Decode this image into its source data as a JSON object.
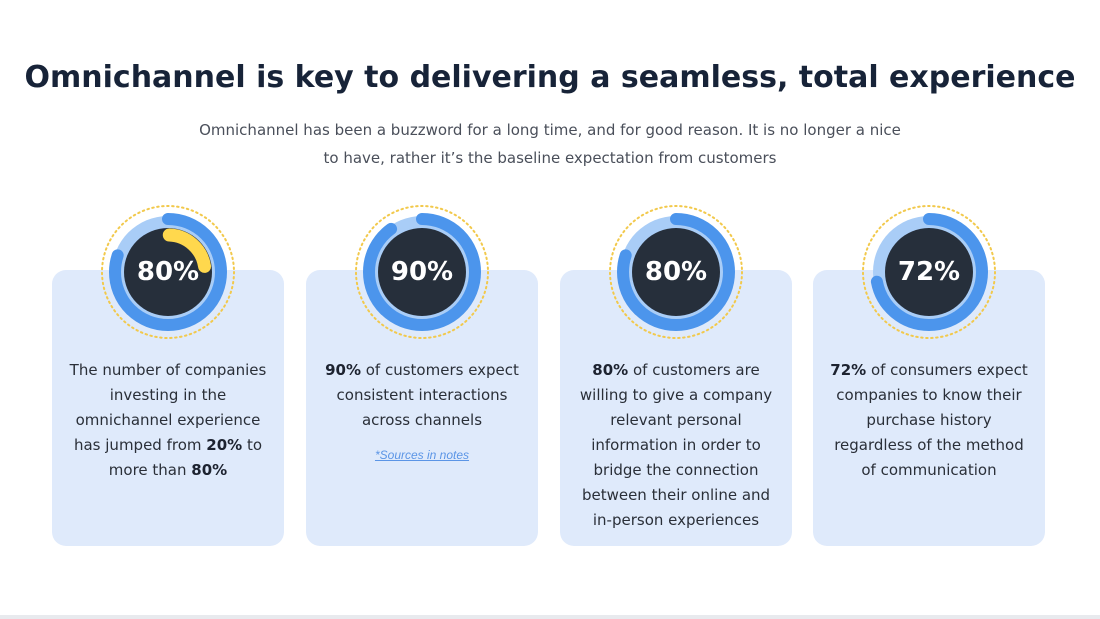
{
  "header": {
    "title": "Omnichannel is key to delivering a seamless, total experience",
    "subtitle": "Omnichannel has been a buzzword for a long time, and for good reason. It is no longer a nice to have, rather it’s the baseline expectation from customers"
  },
  "colors": {
    "ring_track": "#a9cdf7",
    "ring_progress": "#4c95ec",
    "ring_center": "#262f3b",
    "ring_dots": "#f2c94c",
    "highlight_arc": "#ffd84d",
    "card_bg": "#dfeafb"
  },
  "stats": [
    {
      "value": "80%",
      "progress": 0.8,
      "highlight": true,
      "text": {
        "pre": "The number of companies investing in the omnichannel experience has jumped from ",
        "bold1": "20%",
        "mid": " to more than ",
        "bold2": "80%"
      }
    },
    {
      "value": "90%",
      "progress": 0.9,
      "highlight": false,
      "text": {
        "bold": "90%",
        "rest": " of customers expect consistent interactions across channels"
      },
      "source_link": "*Sources in notes"
    },
    {
      "value": "80%",
      "progress": 0.8,
      "highlight": false,
      "text": {
        "bold": "80%",
        "rest": " of customers are willing to give a company relevant personal information in order to bridge the connection between their online and in-person experiences"
      }
    },
    {
      "value": "72%",
      "progress": 0.72,
      "highlight": false,
      "text": {
        "bold": "72%",
        "rest": " of consumers expect companies to know their purchase history regardless of the method of communication"
      }
    }
  ]
}
